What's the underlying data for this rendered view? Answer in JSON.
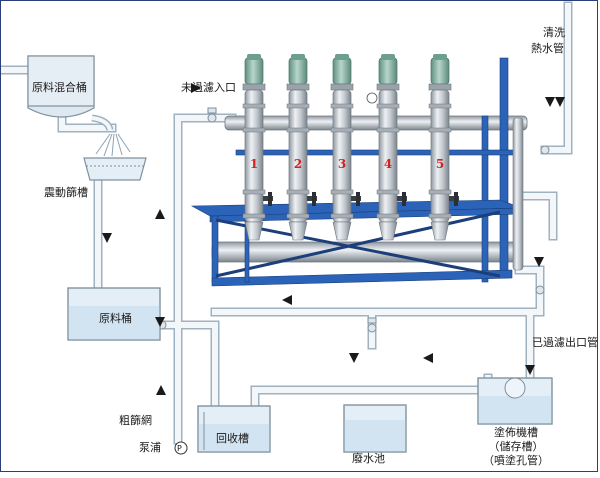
{
  "labels": {
    "raw_mix_tank": "原料混合桶",
    "vibrating_sieve": "震動篩槽",
    "raw_tank": "原料桶",
    "coarse_screen": "粗篩網",
    "pump": "泵浦",
    "pump_symbol": "P",
    "recovery_tank": "回收槽",
    "waste_pool": "廢水池",
    "unfiltered_inlet": "未過濾入口",
    "hot_water_line1": "清洗",
    "hot_water_line2": "熱水管",
    "filtered_outlet": "已過濾出口管",
    "coater_line1": "塗佈機槽",
    "coater_line2": "（儲存槽）",
    "coater_line3": "（噴塗孔管）"
  },
  "filters": [
    "1",
    "2",
    "3",
    "4",
    "5"
  ],
  "colors": {
    "pipe": "#e9eff4",
    "pipe_edge": "#aebfcc",
    "tank_fill": "#e3eef6",
    "tank_edge": "#8a9aa8",
    "liquid": "#cfe2f0",
    "frame_blue": "#2b63b8",
    "filter_steel": "#c7cdd3",
    "motor_green": "#7fb0a0",
    "number_red": "#d42020",
    "arrow": "#1a1a1a"
  }
}
